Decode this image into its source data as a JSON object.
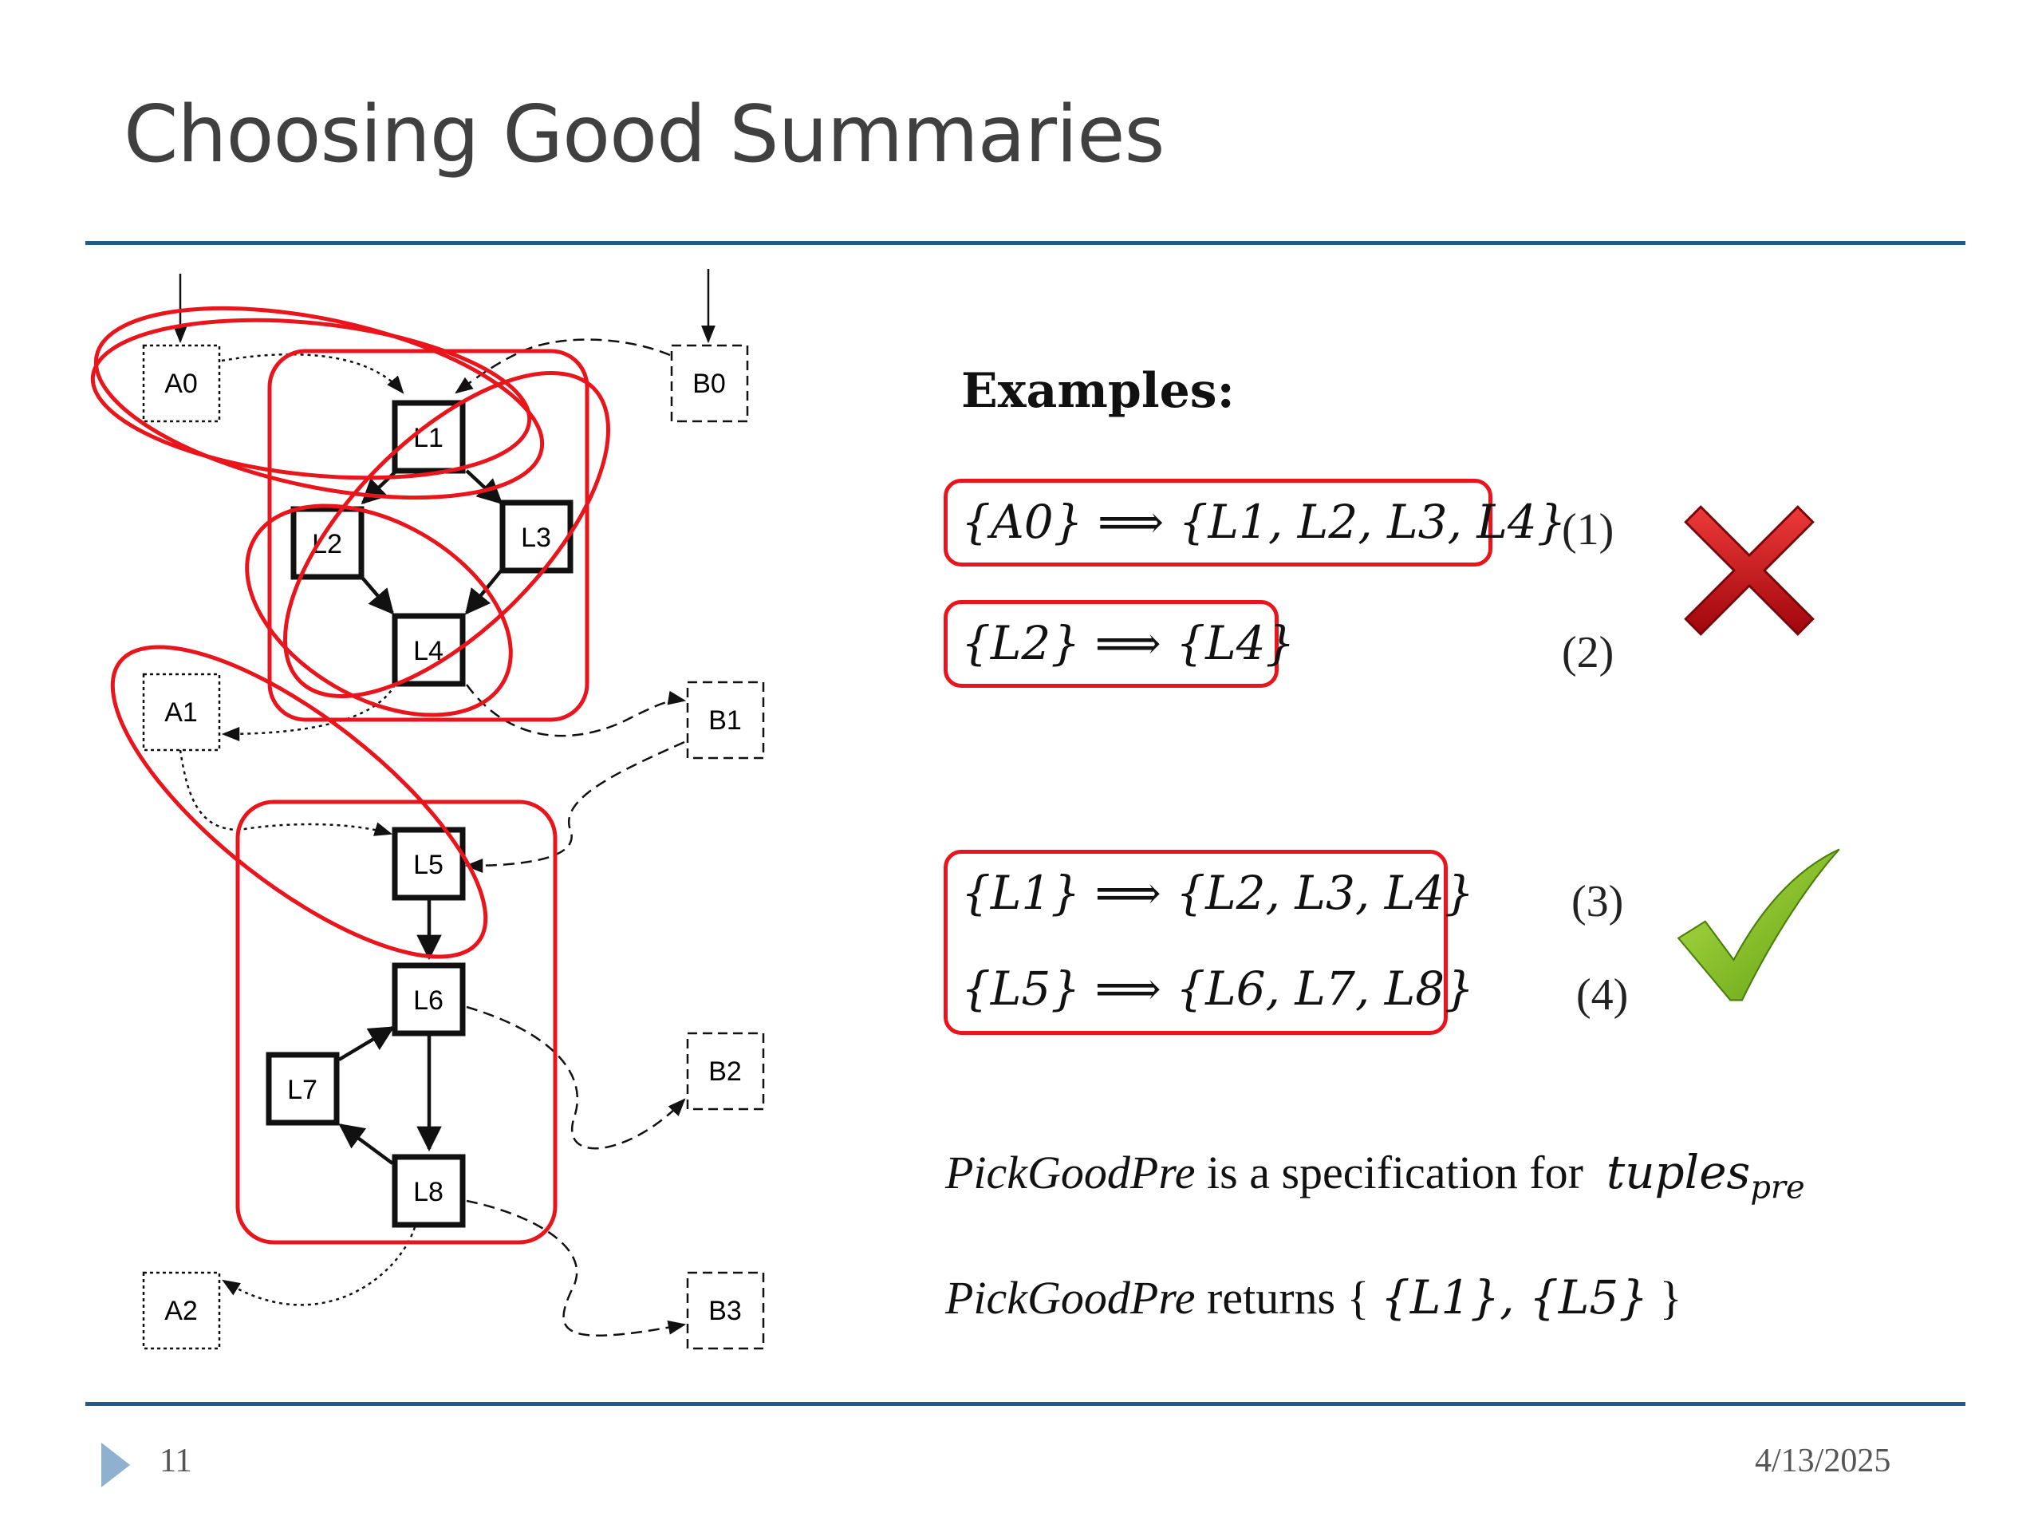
{
  "slide": {
    "title": "Choosing Good Summaries",
    "page_number": "11",
    "date": "4/13/2025"
  },
  "diagram": {
    "nodes": {
      "A0": "A0",
      "B0": "B0",
      "L1": "L1",
      "L2": "L2",
      "L3": "L3",
      "L4": "L4",
      "A1": "A1",
      "B1": "B1",
      "L5": "L5",
      "L6": "L6",
      "L7": "L7",
      "L8": "L8",
      "B2": "B2",
      "A2": "A2",
      "B3": "B3"
    },
    "highlight_color": "#e8161c"
  },
  "examples": {
    "heading": "Examples:",
    "items": [
      {
        "text": "{A0} ⟹ {L1, L2, L3, L4}",
        "number": "(1)"
      },
      {
        "text": "{L2} ⟹ {L4}",
        "number": "(2)"
      },
      {
        "text": "{L1} ⟹ {L2, L3, L4}",
        "number": "(3)"
      },
      {
        "text": "{L5} ⟹ {L6, L7, L8}",
        "number": "(4)"
      }
    ],
    "bad_icon": "red-x-icon",
    "good_icon": "green-check-icon",
    "bad_color": "#c0141c",
    "good_color": "#7cbd1e"
  },
  "statements": {
    "line1_func": "PickGoodPre",
    "line1_text": " is a specification for ",
    "line1_var": "tuples",
    "line1_sub": "pre",
    "line2_func": "PickGoodPre",
    "line2_text": " returns { ",
    "line2_val": "{L1}, {L5}",
    "line2_end": " }"
  },
  "colors": {
    "title": "#404040",
    "rule": "#1f5a8a",
    "footer_triangle": "#8fb0cf"
  }
}
